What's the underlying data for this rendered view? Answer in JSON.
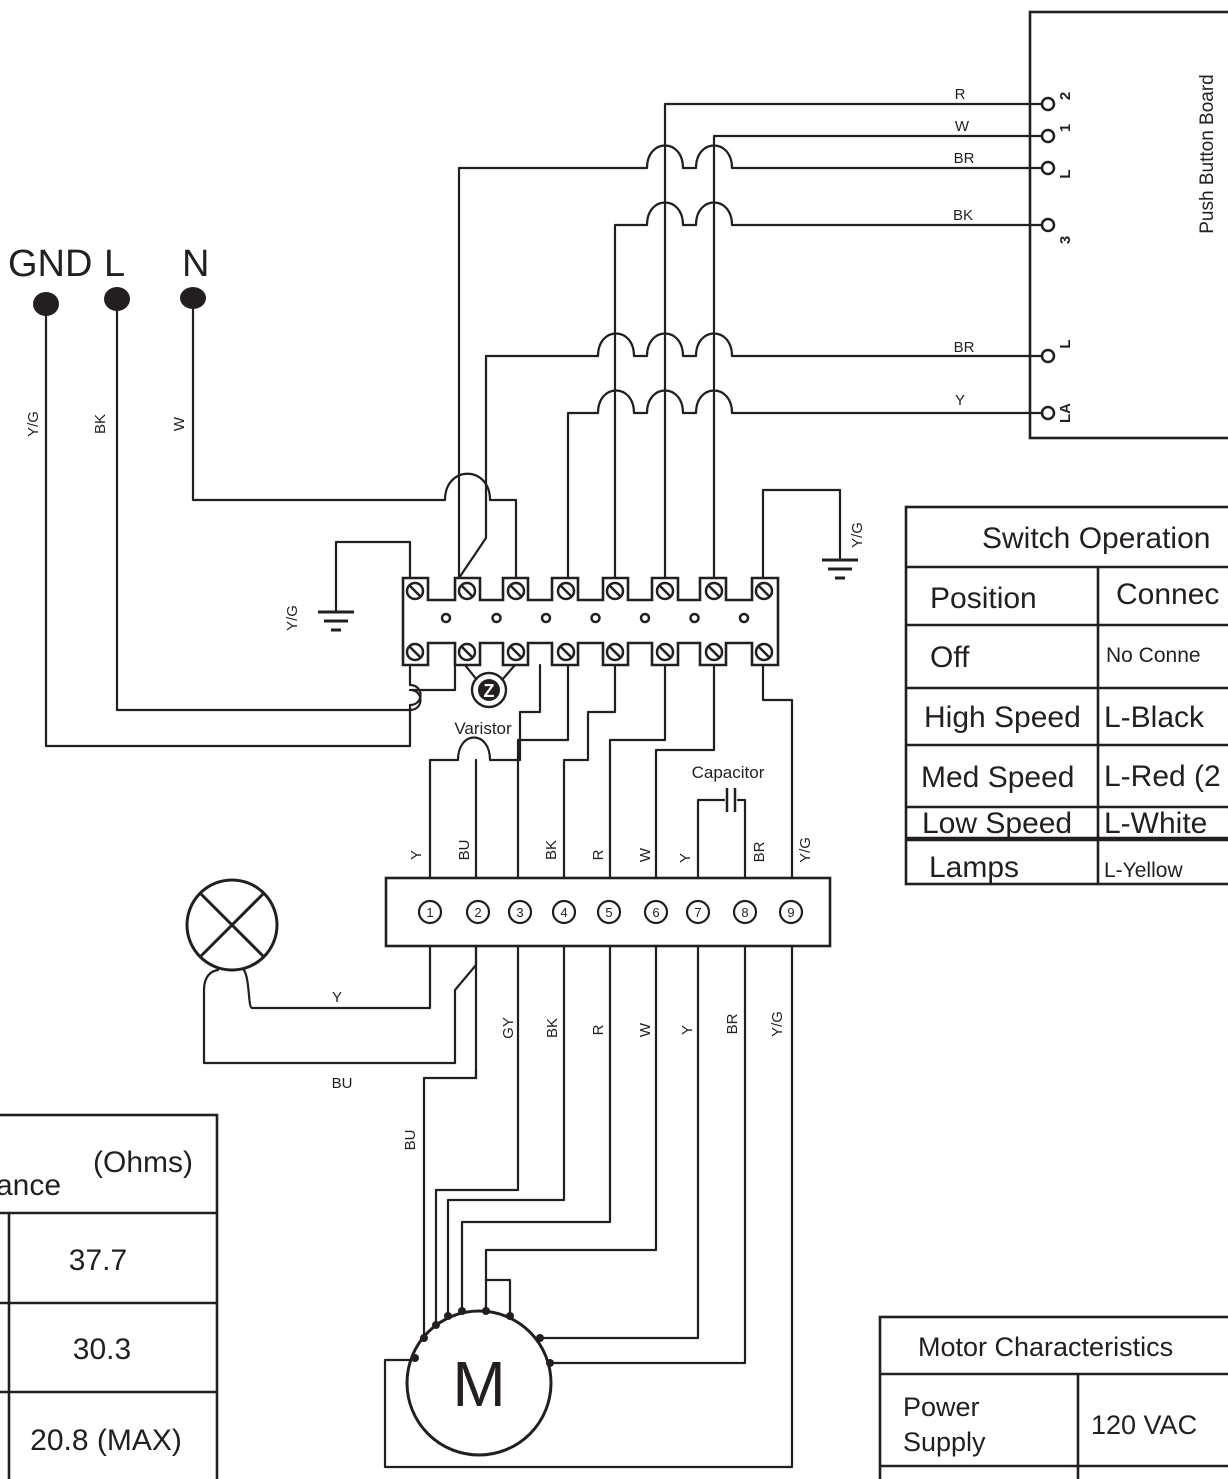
{
  "supply": {
    "gnd": "GND",
    "l": "L",
    "n": "N"
  },
  "wire_labels": {
    "yg": "Y/G",
    "bk": "BK",
    "w": "W",
    "r": "R",
    "br": "BR",
    "y": "Y",
    "bu": "BU",
    "gy": "GY"
  },
  "components": {
    "push_button_board": "Push Button Board",
    "varistor": "Varistor",
    "capacitor": "Capacitor",
    "motor": "M"
  },
  "board_pins": [
    "2",
    "1",
    "L",
    "3",
    "L",
    "LA"
  ],
  "terminal_numbers": [
    "1",
    "2",
    "3",
    "4",
    "5",
    "6",
    "7",
    "8",
    "9"
  ],
  "switch_table": {
    "title": "Switch Operation",
    "headers": [
      "Position",
      "Connec"
    ],
    "rows": [
      [
        "Off",
        "No Conne"
      ],
      [
        "High Speed",
        "L-Black"
      ],
      [
        "Med Speed",
        "L-Red (2"
      ],
      [
        "Low Speed",
        "L-White"
      ],
      [
        "Lamps",
        "L-Yellow"
      ]
    ]
  },
  "resistance_table": {
    "title_partial": "ance",
    "unit": "(Ohms)",
    "values": [
      "37.7",
      "30.3",
      "20.8 (MAX)"
    ]
  },
  "motor_table": {
    "title": "Motor Characteristics",
    "rows": [
      [
        "Power Supply",
        "120 VAC"
      ]
    ],
    "power_line1": "Power",
    "power_line2": "Supply"
  }
}
